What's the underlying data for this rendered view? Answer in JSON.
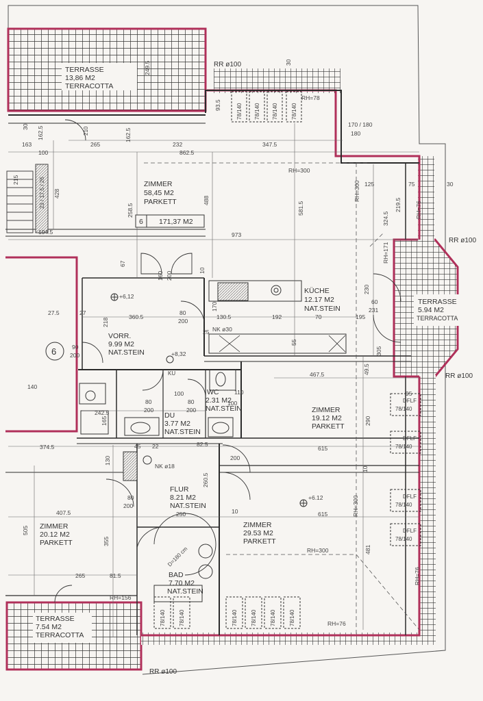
{
  "colors": {
    "paper": "#f7f5f2",
    "wall": "#2b2b2b",
    "outline": "#b0305a",
    "grid": "#555555",
    "dim": "#666666"
  },
  "rooms": {
    "terrace_top": {
      "name": "TERRASSE",
      "area": "13,86 M2",
      "floor": "TERRACOTTA"
    },
    "zimmer_main": {
      "name": "ZIMMER",
      "area": "58,45 M2",
      "floor": "PARKETT"
    },
    "kueche": {
      "name": "KÜCHE",
      "area": "12.17 M2",
      "floor": "NAT.STEIN"
    },
    "terrace_right": {
      "name": "TERRASSE",
      "area": "5.94 M2",
      "floor": "TERRACOTTA"
    },
    "vorr": {
      "name": "VORR.",
      "area": "9.99 M2",
      "floor": "NAT.STEIN"
    },
    "wc": {
      "name": "WC",
      "area": "2.31 M2",
      "floor": "NAT.STEIN"
    },
    "du": {
      "name": "DU",
      "area": "3.77 M2",
      "floor": "NAT.STEIN"
    },
    "zimmer_19": {
      "name": "ZIMMER",
      "area": "19.12 M2",
      "floor": "PARKETT"
    },
    "flur": {
      "name": "FLUR",
      "area": "8.21 M2",
      "floor": "NAT.STEIN"
    },
    "zimmer_20": {
      "name": "ZIMMER",
      "area": "20.12 M2",
      "floor": "PARKETT"
    },
    "zimmer_29": {
      "name": "ZIMMER",
      "area": "29.53 M2",
      "floor": "PARKETT"
    },
    "bad": {
      "name": "BAD",
      "area": "7.70 M2",
      "floor": "NAT.STEIN"
    },
    "terrace_bottom": {
      "name": "TERRASSE",
      "area": "7.54 M2",
      "floor": "TERRACOTTA"
    }
  },
  "unit_box": {
    "number": "6",
    "area": "171,37 M2"
  },
  "unit_circle": "6",
  "labels": {
    "rr_top": "RR ø100",
    "rr_right_1": "RR ø100",
    "rr_right_2": "RR ø100",
    "rr_bottom": "RR ø100",
    "rh_300_a": "RH=300",
    "rh_300_b": "RH=300",
    "rh_300_v1": "RH=300",
    "rh_300_v2": "RH=300",
    "rh_78": "RH=78",
    "rh_76_a": "RH=76",
    "rh_76_b": "RH=76",
    "rh_76_c": "RH=76",
    "rh_156": "RH=156",
    "rh_171": "RH=171",
    "nk_30": "NK ø30",
    "nk_18": "NK ø18",
    "level_612_a": "+6,12",
    "level_612_b": "+6.12",
    "level_832": "+8,32",
    "stairs": "23 / 17,5 / 26",
    "dflf": "DFLF",
    "window_78_140": "78/140",
    "door_170_180": "170 / 180",
    "kitchen_unit": "KU",
    "bad_radius": "D=180 cm"
  },
  "dims": {
    "d973": "973",
    "d862_5": "862.5",
    "d232": "232",
    "d347_5": "347.5",
    "d265_a": "265",
    "d163": "163",
    "d100": "100",
    "d194_5": "194.5",
    "d428": "428",
    "d488": "488",
    "d581_5": "581.5",
    "d258_5": "258.5",
    "d67": "67",
    "d160": "160",
    "d200_a": "200",
    "d360_5": "360.5",
    "d130_5": "130.5",
    "d192": "192",
    "d70": "70",
    "d195": "195",
    "d27_5": "27.5",
    "d27": "27",
    "d218": "218",
    "d170": "170",
    "d80_a": "80",
    "d200_b": "200",
    "d90": "90",
    "d200_c": "200",
    "d55": "55",
    "d467_5": "467.5",
    "d615_a": "615",
    "d615_b": "615",
    "d374_5": "374.5",
    "d407_5": "407.5",
    "d242_5": "242.5",
    "d165": "165",
    "d140": "140",
    "d130": "130",
    "d250": "250",
    "d505": "505",
    "d355": "355",
    "d481": "481",
    "d290": "290",
    "d324_5": "324.5",
    "d219_5": "219.5",
    "d75": "75",
    "d30_a": "30",
    "d30_b": "30",
    "d30_c": "30",
    "d125": "125",
    "d60": "60",
    "d231": "231",
    "d230": "230",
    "d95": "95",
    "d265_b": "265",
    "d81_5": "81.5",
    "d260_5": "260.5",
    "d82_5": "82.5",
    "d10_a": "10",
    "d10_b": "10",
    "d10_c": "10",
    "d25": "25",
    "d49_5": "49.5",
    "d305": "305",
    "d215": "215",
    "d93_5": "93.5",
    "d162_5_a": "162.5",
    "d162_5_b": "162.5",
    "d2495": "249.5",
    "d210": "210",
    "d110": "110",
    "d100_b": "100",
    "d100_c": "100",
    "d80_b": "80",
    "d80_c": "80",
    "d80_d": "80",
    "d200_d": "200",
    "d200_e": "200",
    "d200_f": "200",
    "d200_g": "200",
    "d180": "180",
    "d45": "45",
    "d22": "22"
  }
}
